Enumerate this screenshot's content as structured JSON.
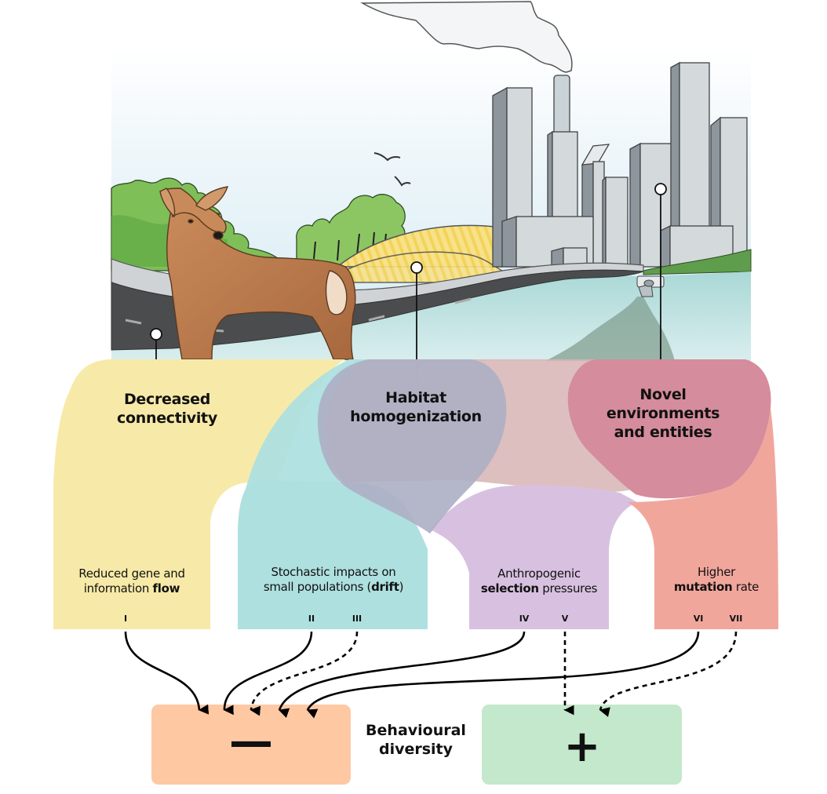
{
  "causes": [
    {
      "id": "decreased-connectivity",
      "line1": "Decreased",
      "line2": "connectivity",
      "color": "#f7eaa8"
    },
    {
      "id": "habitat-homogenization",
      "line1": "Habitat",
      "line2": "homogenization",
      "color": "#aeb0c4"
    },
    {
      "id": "novel-environments",
      "line1": "Novel",
      "line2": "environments",
      "line3": "and entities",
      "color": "#d58c9c"
    }
  ],
  "mechanisms": [
    {
      "id": "gene-flow",
      "pre": "Reduced gene and",
      "pre2": "information ",
      "bold": "flow",
      "post": "",
      "numerals": [
        "I"
      ],
      "color": "#f7eaa8"
    },
    {
      "id": "drift",
      "pre": "Stochastic impacts on",
      "pre2": "small populations (",
      "bold": "drift",
      "post": ")",
      "numerals": [
        "II",
        "III"
      ],
      "color": "#aee0df"
    },
    {
      "id": "selection",
      "pre": "Anthropogenic",
      "pre2": "",
      "bold": "selection",
      "post": " pressures",
      "numerals": [
        "IV",
        "V"
      ],
      "color": "#d8c1e0"
    },
    {
      "id": "mutation",
      "pre": "Higher",
      "pre2": "",
      "bold": "mutation",
      "post": " rate",
      "numerals": [
        "VI",
        "VII"
      ],
      "color": "#f1a69c"
    }
  ],
  "outcome": {
    "label_line1": "Behavioural",
    "label_line2": "diversity",
    "negative_sign": "—",
    "positive_sign": "+",
    "negative_color": "#fec8a3",
    "positive_color": "#c3e8cb"
  },
  "arrows": [
    {
      "from": "I",
      "to": "negative",
      "style": "solid"
    },
    {
      "from": "II",
      "to": "negative",
      "style": "solid"
    },
    {
      "from": "III",
      "to": "negative",
      "style": "dashed"
    },
    {
      "from": "IV",
      "to": "negative",
      "style": "solid"
    },
    {
      "from": "VI",
      "to": "negative",
      "style": "solid"
    },
    {
      "from": "V",
      "to": "positive",
      "style": "dashed"
    },
    {
      "from": "VII",
      "to": "positive",
      "style": "dashed"
    }
  ],
  "illustration": {
    "elements": [
      "deer",
      "trees",
      "road",
      "crop-fields",
      "birds",
      "city-buildings",
      "factory-chimney",
      "smoke",
      "river",
      "outflow-pipe",
      "pollution-plume"
    ]
  }
}
